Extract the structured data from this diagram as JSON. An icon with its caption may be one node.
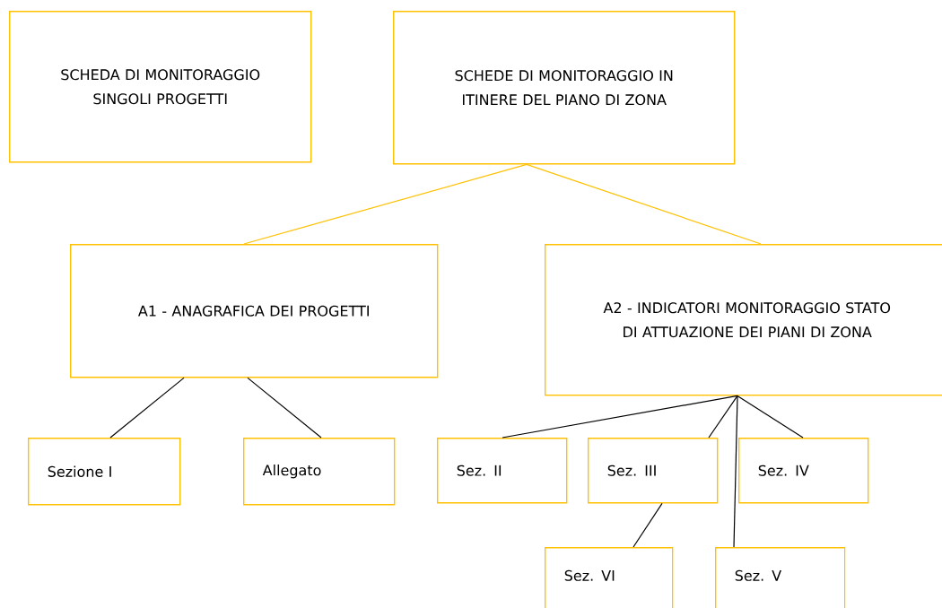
{
  "diagram": {
    "nodes": [
      {
        "text": [
          "SCHEDA DI MONITORAGGIO SINGOLI PROGETTI"
        ]
      },
      {
        "text": [
          "SCHEDE DI MONITORAGGIO IN ITINERE DEL PIANO DI ZONA"
        ]
      },
      {
        "text": [
          "A1 - ANAGRAFICA DEI PROGETTI"
        ]
      },
      {
        "text": [
          "A2 - INDICATORI MONITORAGGIO STATO DI ATTUAZIONE DEI PIANI DI ZONA"
        ]
      },
      {
        "text": [
          "Sezione I"
        ]
      },
      {
        "text": [
          "Allegato"
        ]
      },
      {
        "text": [
          "Sez. II"
        ]
      },
      {
        "text": [
          "Sez. III"
        ]
      },
      {
        "text": [
          "Sez. IV"
        ]
      },
      {
        "text": [
          "Sez. VI"
        ]
      },
      {
        "text": [
          "Sez. V"
        ]
      }
    ],
    "edges": [
      {
        "from": 1,
        "to": 2,
        "arrow": "none",
        "color": "#ffc000"
      },
      {
        "from": 1,
        "to": 3,
        "arrow": "none",
        "color": "#ffc000"
      },
      {
        "from": 2,
        "to": 4,
        "arrow": "none"
      },
      {
        "from": 2,
        "to": 5,
        "arrow": "none"
      },
      {
        "from": 3,
        "to": 6,
        "arrow": "none"
      },
      {
        "from": 3,
        "to": 7,
        "arrow": "none"
      },
      {
        "from": 3,
        "to": 8,
        "arrow": "none"
      },
      {
        "from": 3,
        "to": 10,
        "arrow": "none"
      },
      {
        "from": 7,
        "to": 9,
        "arrow": "none"
      }
    ]
  }
}
